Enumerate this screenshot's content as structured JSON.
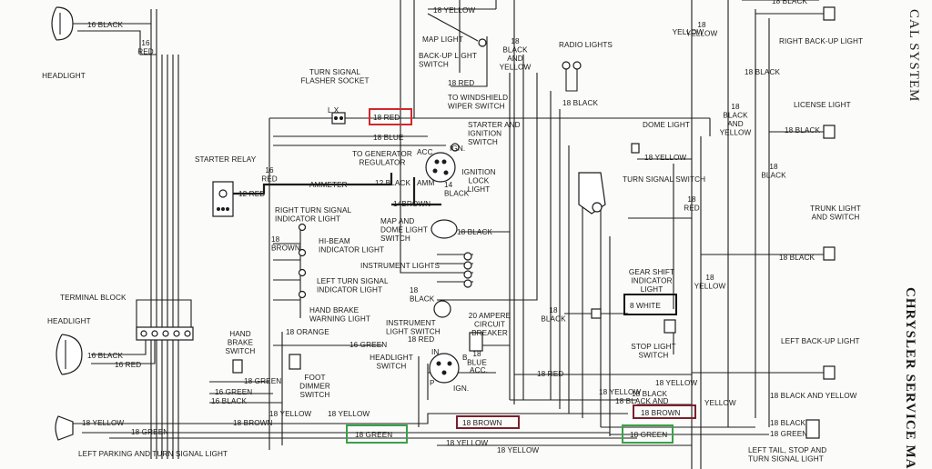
{
  "page": {
    "side_title": "CAL SYSTEM",
    "side_title_bold": "CHRYSLER SERVICE MA"
  },
  "highlights": {
    "red": "#d0282e",
    "maroon": "#7a1f2e",
    "green": "#3aa04a",
    "black": "#111111"
  },
  "labels": {
    "headlight_top": "HEADLIGHT",
    "headlight_left": "HEADLIGHT",
    "w16_black_top": "16 BLACK",
    "w16_red_top": "16\nRED",
    "terminal_block": "TERMINAL BLOCK",
    "w16_black_hl": "16 BLACK",
    "w16_red_hl": "16 RED",
    "turn_signal_flasher": "TURN SIGNAL\nFLASHER SOCKET",
    "flasher_lx": "L    X",
    "w18_red_hl": "18 RED",
    "w18_blue": "18 BLUE",
    "starter_relay": "STARTER RELAY",
    "w16_red_relay": "16\nRED",
    "w12_red": "12 RED",
    "to_gen_reg": "TO GENERATOR\nREGULATOR",
    "w12_black": "12 BLACK",
    "ammeter": "AMMETER",
    "w14_brown": "14BROWN",
    "map_light": "MAP LIGHT",
    "backup_switch": "BACK-UP LIGHT\nSWITCH",
    "w18_yellow_top": "18 YELLOW",
    "w18_black_yellow": "18\nBLACK\nAND\nYELLOW",
    "w18_red_wiper": "18 RED",
    "to_wiper": "TO WINDSHIELD\nWIPER SWITCH",
    "starter_ign": "STARTER AND\nIGNITION\nSWITCH",
    "acc": "ACC.",
    "ign": "IGN.",
    "amm": "AMM",
    "w14_black": "14\nBLACK",
    "ign_lock_light": "IGNITION\nLOCK\nLIGHT",
    "radio_lights": "RADIO LIGHTS",
    "w18_black_radio": "18 BLACK",
    "dome_light": "DOME LIGHT",
    "w18_yellow_dome": "18 YELLOW",
    "turn_signal_switch": "TURN SIGNAL SWITCH",
    "right_turn_ind": "RIGHT TURN SIGNAL\nINDICATOR LIGHT",
    "w18_brown_ind": "18\nBROWN",
    "hibeam_ind": "HI-BEAM\nINDICATOR LIGHT",
    "map_dome_switch": "MAP AND\nDOME LIGHT\nSWITCH",
    "w18_black_map": "18 BLACK",
    "instrument_lights": "INSTRUMENT LIGHTS",
    "left_turn_ind": "LEFT TURN SIGNAL\nINDICATOR LIGHT",
    "hand_brake_warn": "HAND BRAKE\nWARNING LIGHT",
    "w18_black_inst": "18\nBLACK",
    "inst_light_switch": "INSTRUMENT\nLIGHT SWITCH",
    "breaker": "20 AMPERE\nCIRCUIT\nBREAKER",
    "w18_black_cb": "18\nBLACK",
    "gear_shift_light": "GEAR SHIFT\nINDICATOR\nLIGHT",
    "w8_white": "8 WHITE",
    "stop_light_switch": "STOP LIGHT\nSWITCH",
    "w18_orange": "18 ORANGE",
    "w16_green_mid": "16 GREEN",
    "hand_brake_switch": "HAND\nBRAKE\nSWITCH",
    "w18_green_hb": "18 GREEN",
    "w16_green_left": "16 GREEN",
    "w16_black_left": "16 BLACK",
    "foot_dimmer": "FOOT\nDIMMER\nSWITCH",
    "headlight_switch": "HEADLIGHT\nSWITCH",
    "w18_red_hls": "18 RED",
    "w18_blue_hls": "18\nBLUE",
    "hls_in": "IN.",
    "hls_b": "B",
    "hls_acc": "ACC.",
    "hls_ign": "IGN.",
    "hls_p": "P",
    "w18_yellow_bot1": "18 YELLOW",
    "w18_yellow_bot2": "18 YELLOW",
    "w18_yellow_left": "18 YELLOW",
    "w18_green_left": "18 GREEN",
    "w18_brown_left": "18 BROWN",
    "w18_green_hl": "18 GREEN",
    "w18_brown_hl": "18 BROWN",
    "w18_yellow_bottom": "18 YELLOW",
    "w18_black_and": "18 BLACK AND",
    "w18_brown_hl2": "18 BROWN",
    "w18_green_hl2": "18 GREEN",
    "yellow_after": "YELLOW",
    "left_parking": "LEFT PARKING AND TURN SIGNAL LIGHT",
    "w18_yellow_right": "18\nYELLOW",
    "right_backup": "RIGHT BACK-UP LIGHT",
    "w18_black_rbu": "18 BLACK",
    "w18_black_right_top": "18 BLACK",
    "w18_black_yellow_right": "18\nBLACK\nAND\nYELLOW",
    "license_light": "LICENSE LIGHT",
    "w18_black_lic": "18 BLACK",
    "w18_black_vert": "18\nBLACK",
    "w18_red_vert": "18\nRED",
    "trunk_light": "TRUNK LIGHT\nAND SWITCH",
    "w18_black_trunk": "18 BLACK",
    "w18_yellow_vert2": "18\nYELLOW",
    "left_backup": "LEFT BACK-UP LIGHT",
    "w18_black_yellow_lbu": "18 BLACK AND YELLOW",
    "w18_black_tail1": "18 BLACK",
    "w18_green_tail": "18 GREEN",
    "left_tail": "LEFT TAIL, STOP AND\nTURN SIGNAL LIGHT",
    "yellow_mid": "YELLOW",
    "w18_black_tail2": "18 BLACK",
    "w18_yellow_mid": "18 YELLOW",
    "w18_red_tail": "18 RED",
    "w18_yellow_tail": "18 YELLOW",
    "w18_yellow_18": "18 YELLOW"
  }
}
